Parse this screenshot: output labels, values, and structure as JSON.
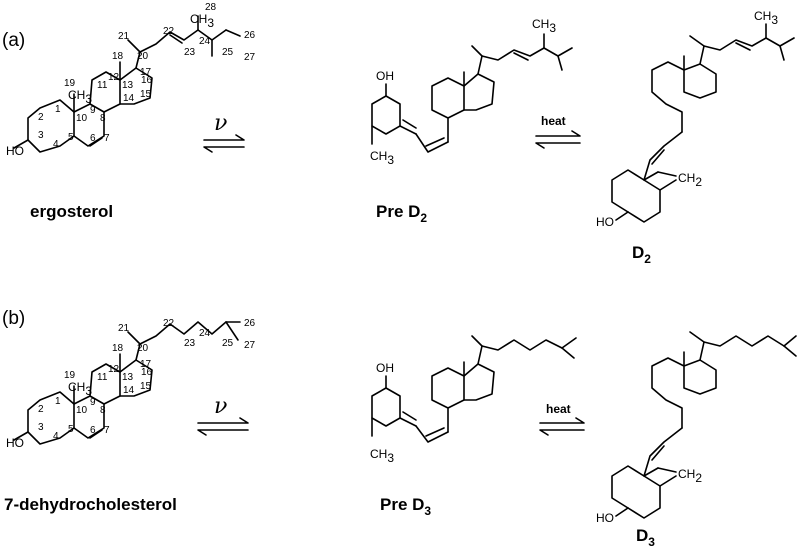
{
  "panels": [
    {
      "label": "(a)",
      "reaction_arrow_1": "ν",
      "reaction_arrow_2": "heat",
      "compounds": [
        {
          "name": "ergosterol",
          "name_main": "ergosterol",
          "name_sub": ""
        },
        {
          "name": "Pre D2",
          "name_main": "Pre D",
          "name_sub": "2"
        },
        {
          "name": "D2",
          "name_main": "D",
          "name_sub": "2"
        }
      ],
      "groups": {
        "hydroxyl": "HO",
        "hydroxyl_pre": "OH",
        "methyl": "CH3",
        "methyl_main": "CH",
        "methyl_sub": "3",
        "methylene": "CH2",
        "methylene_main": "CH",
        "methylene_sub": "2"
      },
      "carbon_numbers": [
        "1",
        "2",
        "3",
        "4",
        "5",
        "6",
        "7",
        "8",
        "9",
        "10",
        "11",
        "12",
        "13",
        "14",
        "15",
        "16",
        "17",
        "18",
        "19",
        "20",
        "21",
        "22",
        "23",
        "24",
        "25",
        "26",
        "27",
        "28"
      ]
    },
    {
      "label": "(b)",
      "reaction_arrow_1": "ν",
      "reaction_arrow_2": "heat",
      "compounds": [
        {
          "name": "7-dehydrocholesterol",
          "name_main": "7-dehydrocholesterol",
          "name_sub": ""
        },
        {
          "name": "Pre D3",
          "name_main": "Pre D",
          "name_sub": "3"
        },
        {
          "name": "D3",
          "name_main": "D",
          "name_sub": "3"
        }
      ],
      "groups": {
        "hydroxyl": "HO",
        "hydroxyl_pre": "OH",
        "methyl": "CH3",
        "methyl_main": "CH",
        "methyl_sub": "3",
        "methylene": "CH2",
        "methylene_main": "CH",
        "methylene_sub": "2"
      },
      "carbon_numbers": [
        "1",
        "2",
        "3",
        "4",
        "5",
        "6",
        "7",
        "8",
        "9",
        "10",
        "11",
        "12",
        "13",
        "14",
        "15",
        "16",
        "17",
        "18",
        "19",
        "20",
        "21",
        "22",
        "23",
        "24",
        "25",
        "26",
        "27"
      ]
    }
  ]
}
